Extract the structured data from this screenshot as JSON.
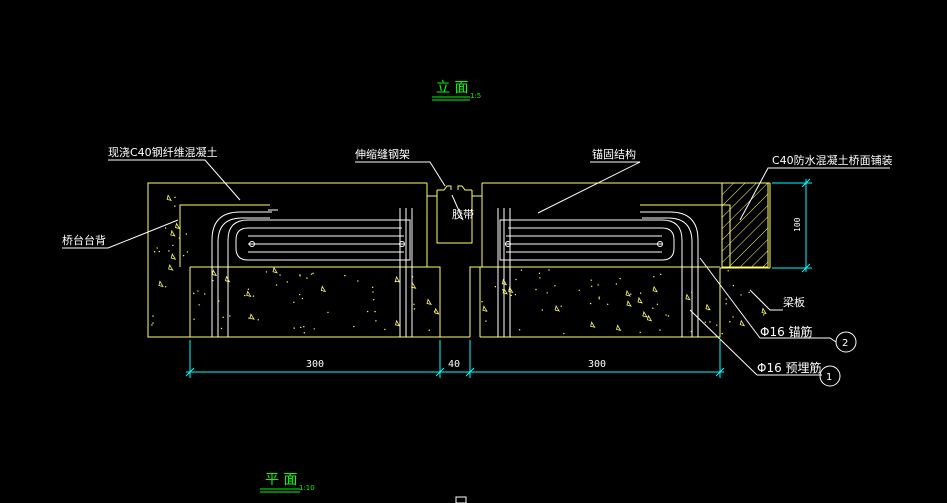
{
  "titles": {
    "elevation": {
      "text": "立 面",
      "scale": "1:5"
    },
    "plan": {
      "text": "平 面",
      "scale": "1:10"
    }
  },
  "labels": {
    "cast_concrete": "现浇C40钢纤维混凝土",
    "steel_joint": "伸缩缝钢架",
    "anchor_structure": "锚固结构",
    "deck_pavement": "C40防水混凝土桥面铺装",
    "abutment_backwall": "桥台台背",
    "rubber_strip": "胶带",
    "beam_slab": "梁板",
    "anchor_bar": "Φ16 锚筋",
    "embedded_bar": "Φ16 预埋筋"
  },
  "callouts": {
    "anchor_bar_no": "2",
    "embedded_bar_no": "1"
  },
  "dimensions": {
    "left_width": "300",
    "gap_width": "40",
    "right_width": "300",
    "pavement_depth": "100"
  },
  "colors": {
    "background": "#000000",
    "outline": "#ffff66",
    "rebar": "#ffffff",
    "leader": "#ffffff",
    "dimension": "#00ffff",
    "title": "#00ff00",
    "text": "#ffffff"
  }
}
